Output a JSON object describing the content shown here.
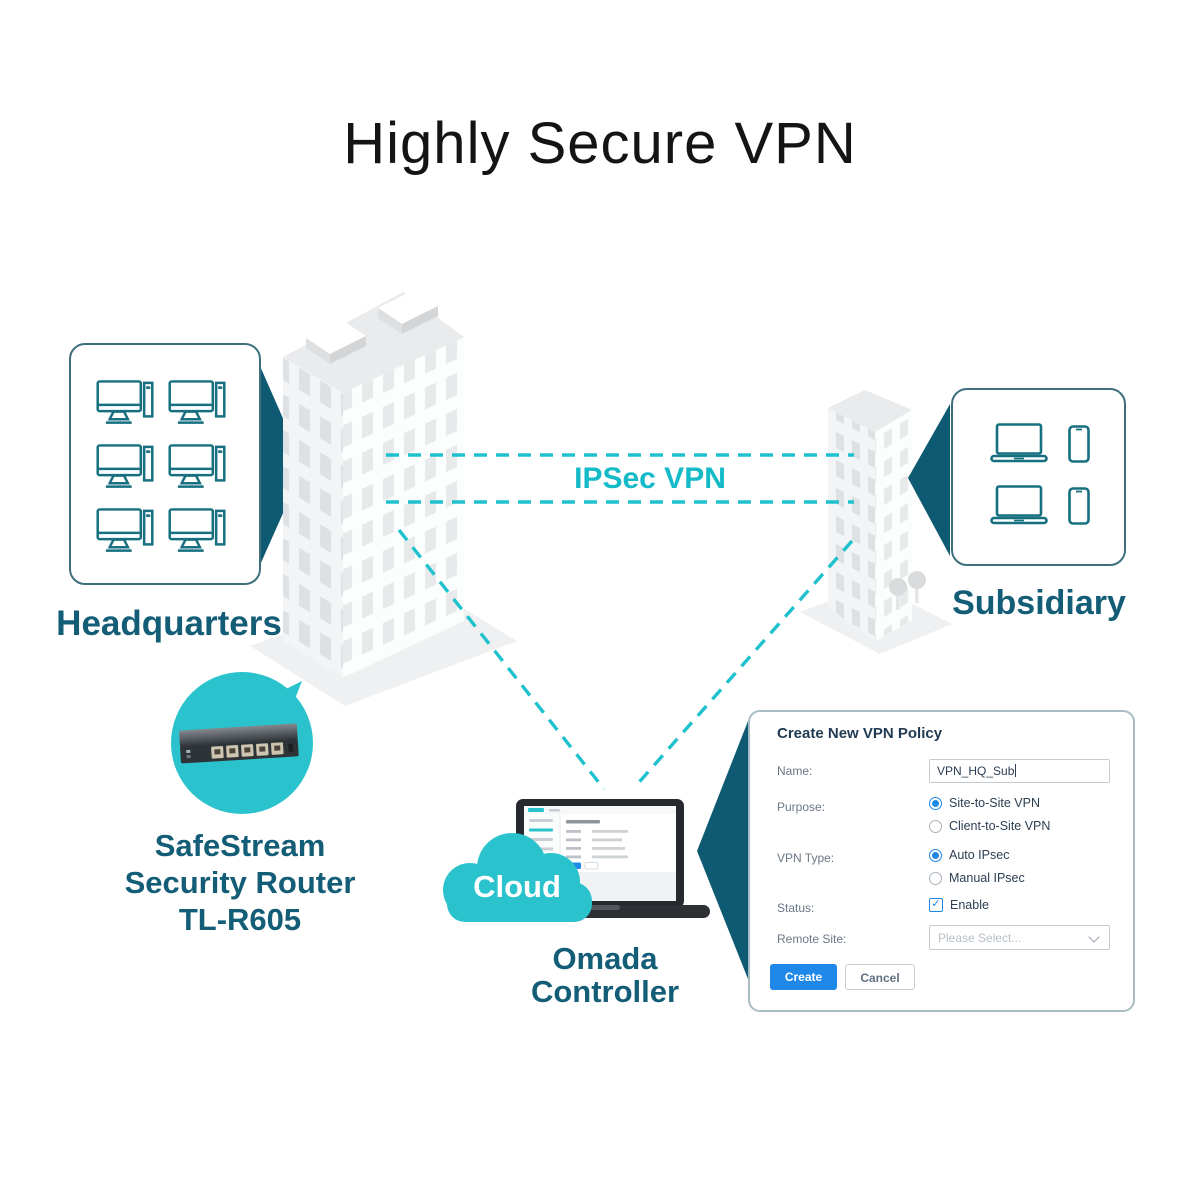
{
  "title": "Highly Secure VPN",
  "colors": {
    "accent_teal": "#1ec1cd",
    "bubble_teal": "#2ac3cd",
    "dark_teal_arrow": "#0e5a73",
    "heading_teal": "#145d77",
    "ipsec_text": "#15bac8",
    "dialog_blue": "#1f87e8",
    "dialog_title_navy": "#1f3a52"
  },
  "headquarters": {
    "label": "Headquarters",
    "device_icon_count": 6,
    "device_icon_type": "desktop-computer"
  },
  "subsidiary": {
    "label": "Subsidiary",
    "device_icons": [
      "laptop",
      "phone",
      "laptop",
      "phone"
    ]
  },
  "vpn_link": {
    "label": "IPSec VPN"
  },
  "router_callout": {
    "lines": [
      "SafeStream",
      "Security Router",
      "TL-R605"
    ]
  },
  "controller": {
    "cloud_label": "Cloud",
    "lines": [
      "Omada",
      "Controller"
    ]
  },
  "dialog": {
    "title": "Create New VPN Policy",
    "name": {
      "label": "Name:",
      "value": "VPN_HQ_Sub"
    },
    "purpose": {
      "label": "Purpose:",
      "options": [
        {
          "label": "Site-to-Site VPN",
          "selected": true
        },
        {
          "label": "Client-to-Site VPN",
          "selected": false
        }
      ]
    },
    "vpn_type": {
      "label": "VPN Type:",
      "options": [
        {
          "label": "Auto IPsec",
          "selected": true
        },
        {
          "label": "Manual IPsec",
          "selected": false
        }
      ]
    },
    "status": {
      "label": "Status:",
      "option": "Enable",
      "checked": true
    },
    "remote_site": {
      "label": "Remote Site:",
      "placeholder": "Please Select..."
    },
    "buttons": {
      "create": "Create",
      "cancel": "Cancel"
    }
  }
}
